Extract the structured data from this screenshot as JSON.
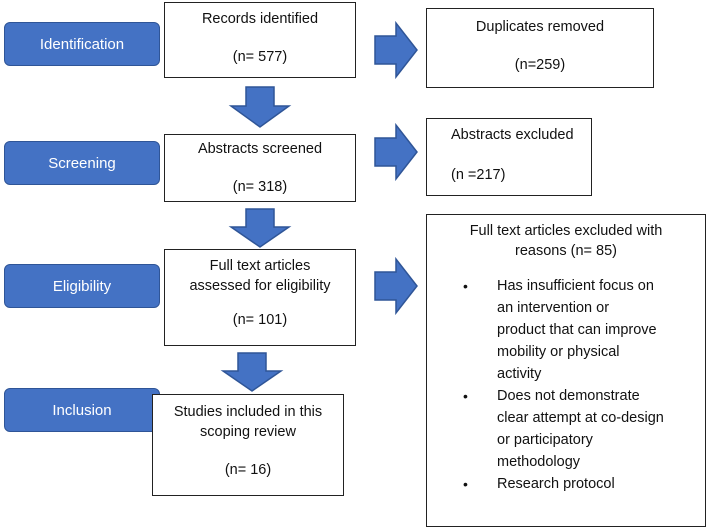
{
  "stages": {
    "identification": "Identification",
    "screening": "Screening",
    "eligibility": "Eligibility",
    "inclusion": "Inclusion"
  },
  "boxes": {
    "records_identified": {
      "title": "Records identified",
      "count": "(n= 577)"
    },
    "duplicates_removed": {
      "title": "Duplicates removed",
      "count": "(n=259)"
    },
    "abstracts_screened": {
      "title": "Abstracts screened",
      "count": "(n= 318)"
    },
    "abstracts_excluded": {
      "title": "Abstracts excluded",
      "count": "(n =217)"
    },
    "full_text_assessed": {
      "line1": "Full text articles",
      "line2": "assessed for eligibility",
      "count": "(n= 101)"
    },
    "studies_included": {
      "line1": "Studies included in this",
      "line2": "scoping review",
      "count": "(n= 16)"
    },
    "full_text_excluded": {
      "line1": "Full text articles excluded with",
      "line2": "reasons (n= 85)",
      "reasons": [
        {
          "lines": [
            "Has insufficient focus on",
            "an intervention or",
            "product that can improve",
            "mobility or physical",
            "activity"
          ]
        },
        {
          "lines": [
            "Does not demonstrate",
            "clear attempt at co-design",
            "or participatory",
            "methodology"
          ]
        },
        {
          "lines": [
            "Research protocol"
          ]
        }
      ]
    }
  },
  "colors": {
    "stage_fill": "#4472c4",
    "stage_border": "#2f5597",
    "arrow_fill": "#4472c4",
    "box_border": "#222222"
  },
  "icons": {
    "bullet": "•"
  }
}
